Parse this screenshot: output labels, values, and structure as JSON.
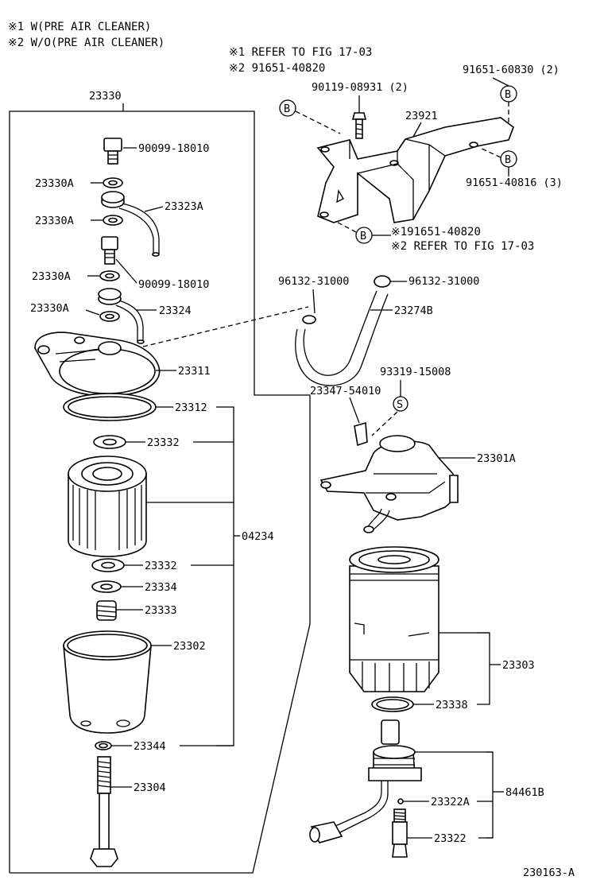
{
  "notes": {
    "note1": "※1 W(PRE AIR CLEANER)",
    "note2": "※2 W/O(PRE AIR CLEANER)",
    "ref1": "※1 REFER TO FIG 17-03",
    "ref2": "※2 91651-40820",
    "ref3": "※191651-40820",
    "ref4": "※2 REFER TO FIG 17-03"
  },
  "labels": {
    "p23330": "23330",
    "p90099_18010_a": "90099-18010",
    "p23330A_1": "23330A",
    "p23323A": "23323A",
    "p23330A_2": "23330A",
    "p23330A_3": "23330A",
    "p90099_18010_b": "90099-18010",
    "p23330A_4": "23330A",
    "p23324": "23324",
    "p23311": "23311",
    "p23312": "23312",
    "p23332_a": "23332",
    "p04234": "04234",
    "p23332_b": "23332",
    "p23334": "23334",
    "p23333": "23333",
    "p23302": "23302",
    "p23344": "23344",
    "p23304": "23304",
    "p90119": "90119-08931 (2)",
    "p91651_60830": "91651-60830 (2)",
    "p23921": "23921",
    "p91651_40816": "91651-40816 (3)",
    "p96132_a": "96132-31000",
    "p96132_b": "96132-31000",
    "p23274B": "23274B",
    "p93319": "93319-15008",
    "p23347": "23347-54010",
    "p23301A": "23301A",
    "p23303": "23303",
    "p23338": "23338",
    "p23322A": "23322A",
    "p84461B": "84461B",
    "p23322": "23322",
    "fig_code": "230163-A"
  },
  "callouts": {
    "b": "B",
    "s": "S"
  }
}
